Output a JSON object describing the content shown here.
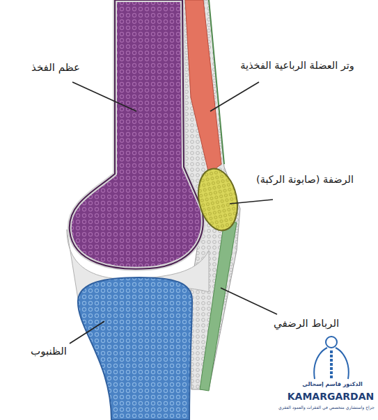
{
  "diagram": {
    "labels": [
      "عظم الفخذ",
      "وتر العضلة الرباعية الفخذية",
      "الرضفة (صابونة الركبة)",
      "الرباط الرضفي",
      "الظنبوب",
      "الدكتور قاسم إسحالي",
      "KAMARGARDAN",
      "جراح واستشاري متخصص في الفقرات والعمود الفقري"
    ]
  }
}
